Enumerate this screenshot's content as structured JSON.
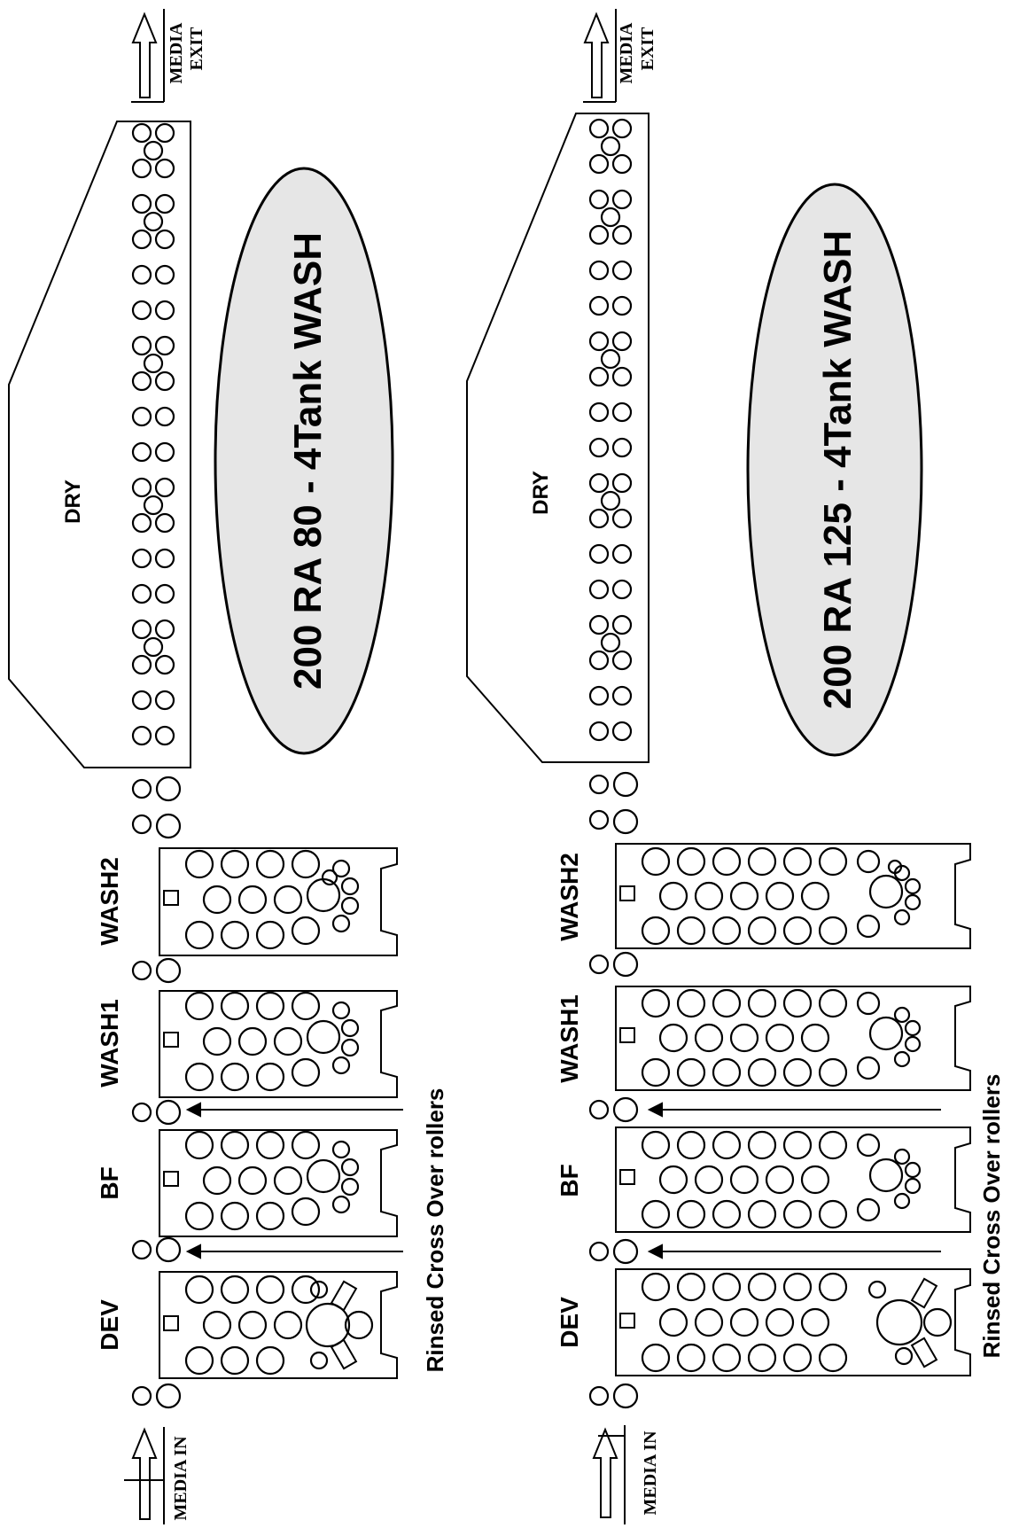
{
  "colors": {
    "line": "#000000",
    "ellipse_fill": "#e6e6e6",
    "background": "#ffffff"
  },
  "panels": [
    {
      "title": "200 RA 80 - 4Tank WASH",
      "stages": [
        "DEV",
        "BF",
        "WASH1",
        "WASH2"
      ],
      "dry_label": "DRY",
      "media_in": "MEDIA IN",
      "media_exit_top": "MEDIA",
      "media_exit_bottom": "EXIT",
      "note": "Rinsed Cross Over rollers"
    },
    {
      "title": "200 RA 125 - 4Tank WASH",
      "stages": [
        "DEV",
        "BF",
        "WASH1",
        "WASH2"
      ],
      "dry_label": "DRY",
      "media_in": "MEDIA IN",
      "media_exit_top": "MEDIA",
      "media_exit_bottom": "EXIT",
      "note": "Rinsed Cross Over rollers"
    }
  ]
}
